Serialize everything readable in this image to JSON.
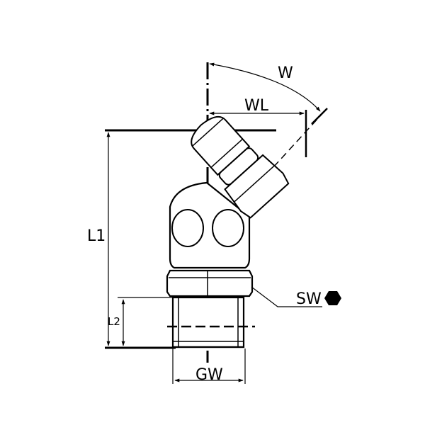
{
  "labels": {
    "W": "W",
    "WL": "WL",
    "L1": "L1",
    "L2": "L2",
    "SW": "SW",
    "GW": "GW"
  },
  "colors": {
    "stroke": "#000000",
    "fill": "#ffffff",
    "hex_symbol": "#000000"
  },
  "icons": {
    "sw_symbol": "hexagon-icon"
  }
}
